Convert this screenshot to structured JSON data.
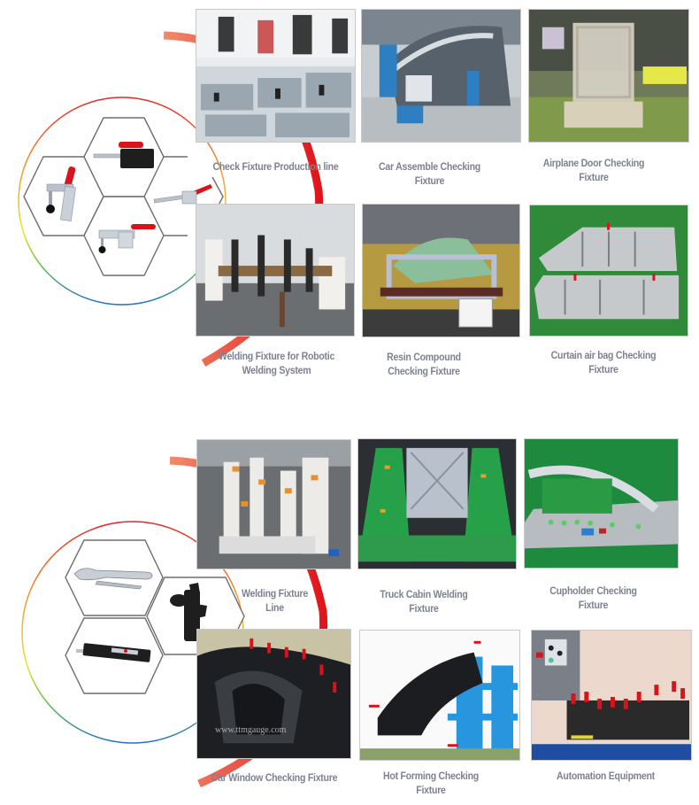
{
  "sections": [
    {
      "tools": [
        {
          "name": "vertical-toggle-clamp"
        },
        {
          "name": "push-pull-toggle-clamp"
        },
        {
          "name": "horizontal-toggle-clamp"
        },
        {
          "name": "latch-toggle-clamp"
        }
      ],
      "items": [
        {
          "caption": "Check Fixture Production line"
        },
        {
          "caption": "Car Assemble Checking Fixture"
        },
        {
          "caption": "Airplane Door Checking Fixture"
        },
        {
          "caption": "Welding Fixture for Robotic Welding System"
        },
        {
          "caption": "Resin Compound Checking Fixture"
        },
        {
          "caption": "Curtain air bag Checking Fixture"
        }
      ]
    },
    {
      "tools": [
        {
          "name": "locking-pliers"
        },
        {
          "name": "pneumatic-clamp"
        },
        {
          "name": "heavy-duty-hold-down-clamp"
        }
      ],
      "items": [
        {
          "caption": "Welding Fixture Line"
        },
        {
          "caption": "Truck Cabin Welding Fixture"
        },
        {
          "caption": "Cupholder Checking Fixture"
        },
        {
          "caption": "Car Window Checking Fixture",
          "watermark": "www.ttmgauge.com"
        },
        {
          "caption": "Hot Forming Checking Fixture"
        },
        {
          "caption": "Automation Equipment"
        }
      ]
    }
  ],
  "colors": {
    "caption": "#7b8391",
    "accent_red": "#d7141b",
    "hex_stroke": "#6e6e6e"
  }
}
